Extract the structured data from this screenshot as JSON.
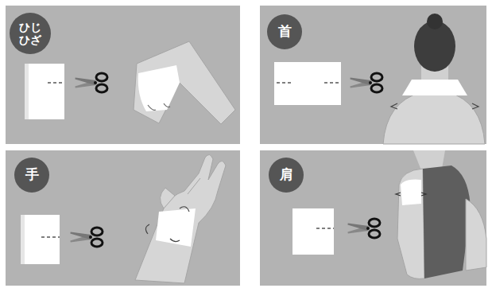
{
  "diagram": {
    "nodes": [
      {
        "text": [
          "ひじ ひざ"
        ]
      },
      {
        "text": [
          "首"
        ]
      },
      {
        "text": [
          "手"
        ]
      },
      {
        "text": [
          "肩"
        ]
      }
    ]
  }
}
